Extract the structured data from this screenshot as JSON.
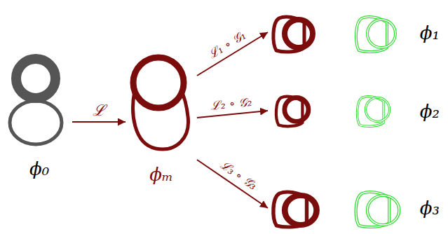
{
  "diagram": {
    "nodes": [
      {
        "text": [
          "ϕ₀"
        ]
      },
      {
        "text": [
          "ϕₘ"
        ]
      },
      {
        "text": [
          "ϕ₁"
        ]
      },
      {
        "text": [
          "ϕ₂"
        ]
      },
      {
        "text": [
          "ϕ₃"
        ]
      }
    ],
    "edges": [
      {
        "from": 0,
        "to": 1,
        "arrow": "to",
        "label": "ℒ"
      },
      {
        "from": 1,
        "to": 2,
        "arrow": "to",
        "label": "ℒ₁ ∘ 𝒢₁"
      },
      {
        "from": 1,
        "to": 3,
        "arrow": "to",
        "label": "ℒ₂ ∘ 𝒢₂"
      },
      {
        "from": 1,
        "to": 4,
        "arrow": "to",
        "label": "ℒ₃ ∘ 𝒢₃"
      }
    ]
  }
}
